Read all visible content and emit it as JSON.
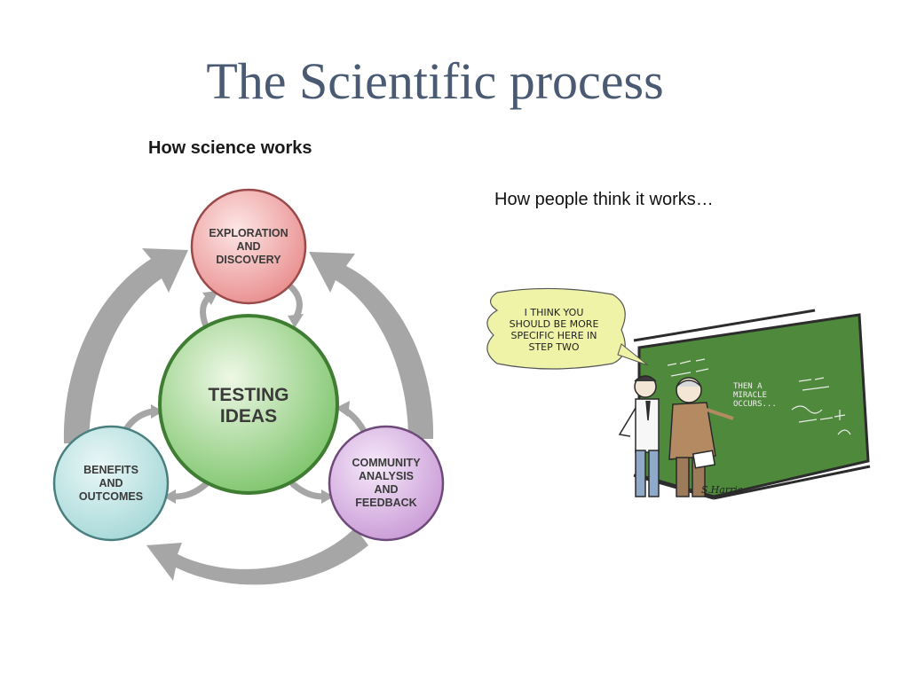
{
  "slide": {
    "title": "The Scientific process",
    "diagram_heading": "How science works",
    "caption": "How people think it works…"
  },
  "diagram": {
    "center": {
      "lines": [
        "TESTING",
        "IDEAS"
      ],
      "color": "#7cc46a"
    },
    "top": {
      "lines": [
        "EXPLORATION",
        "AND",
        "DISCOVERY"
      ],
      "color": "#e98d8d"
    },
    "left": {
      "lines": [
        "BENEFITS",
        "AND",
        "OUTCOMES"
      ],
      "color": "#a6d8d8"
    },
    "right": {
      "lines": [
        "COMMUNITY",
        "ANALYSIS",
        "AND",
        "FEEDBACK"
      ],
      "color": "#c99ad6"
    },
    "arrow_color": "#a6a6a6"
  },
  "cartoon": {
    "bubble_lines": [
      "I THINK YOU",
      "SHOULD BE MORE",
      "SPECIFIC HERE IN",
      "STEP TWO"
    ],
    "board_lines": [
      "THEN A",
      "MIRACLE",
      "OCCURS..."
    ],
    "signature": "S.Harris",
    "board_color": "#4f8a3c"
  }
}
